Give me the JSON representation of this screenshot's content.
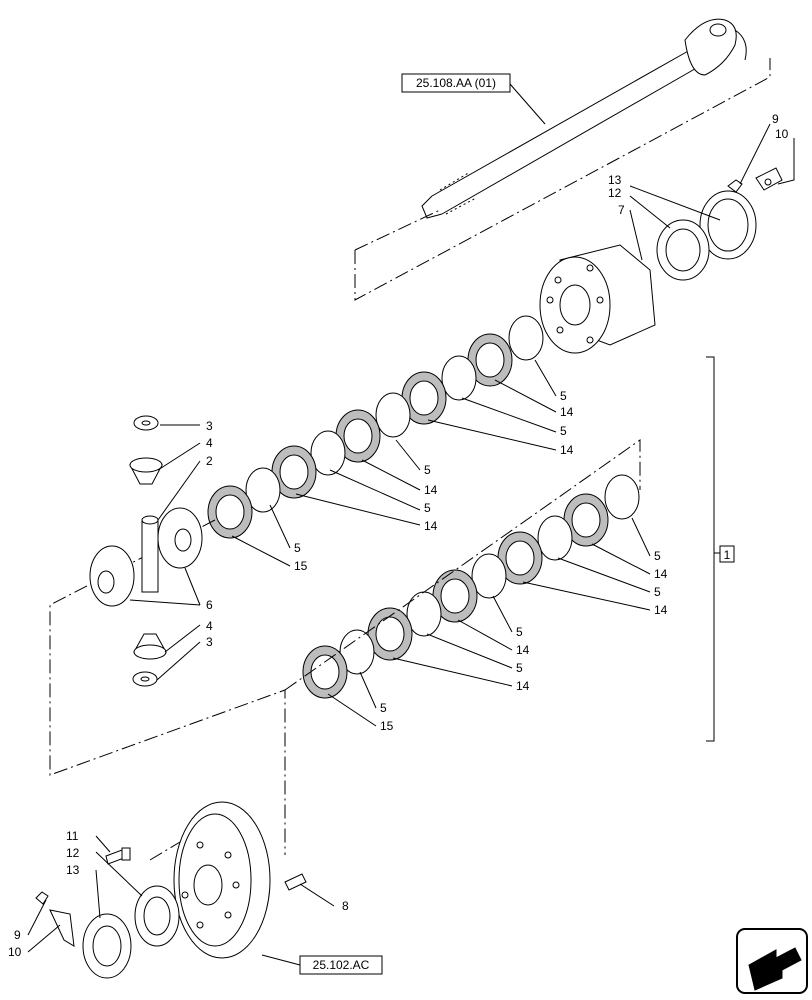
{
  "references": {
    "shaft_ref": "25.108.AA (01)",
    "ring_gear_ref": "25.102.AC"
  },
  "callouts": {
    "n1": "1",
    "n2": "2",
    "n3": "3",
    "n4": "4",
    "n5": "5",
    "n6": "6",
    "n7": "7",
    "n8": "8",
    "n9": "9",
    "n10": "10",
    "n11": "11",
    "n12": "12",
    "n13": "13",
    "n14": "14",
    "n15": "15"
  },
  "icons": {
    "navigation": "next-page-arrow-icon"
  }
}
